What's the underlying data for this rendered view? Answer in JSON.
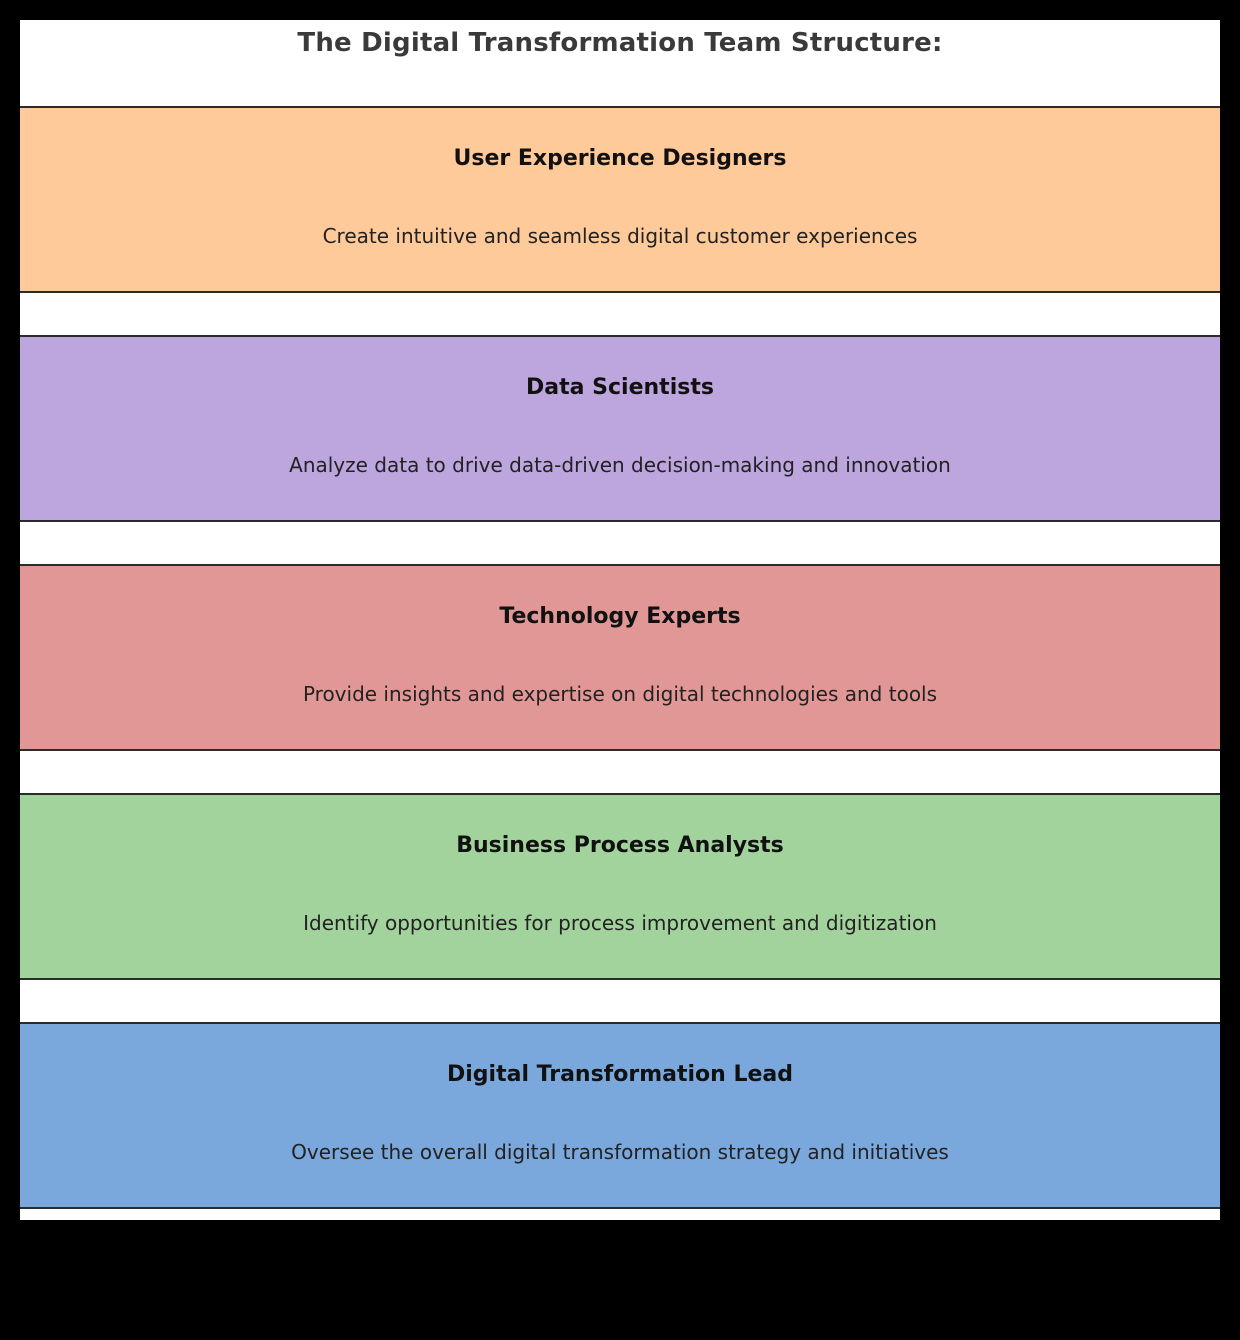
{
  "diagram": {
    "title": "The Digital Transformation Team Structure:",
    "roles": [
      {
        "name": "User Experience Designers",
        "description": "Create intuitive and seamless digital customer experiences",
        "color": "#FFCA99"
      },
      {
        "name": "Data Scientists",
        "description": "Analyze data to drive data-driven decision-making and innovation",
        "color": "#BDA5DE"
      },
      {
        "name": "Technology Experts",
        "description": "Provide insights and expertise on digital technologies and tools",
        "color": "#E29797"
      },
      {
        "name": "Business Process Analysts",
        "description": "Identify opportunities for process improvement and digitization",
        "color": "#A3D39C"
      },
      {
        "name": "Digital Transformation Lead",
        "description": "Oversee the overall digital transformation strategy and initiatives",
        "color": "#7AA8DC"
      }
    ]
  }
}
